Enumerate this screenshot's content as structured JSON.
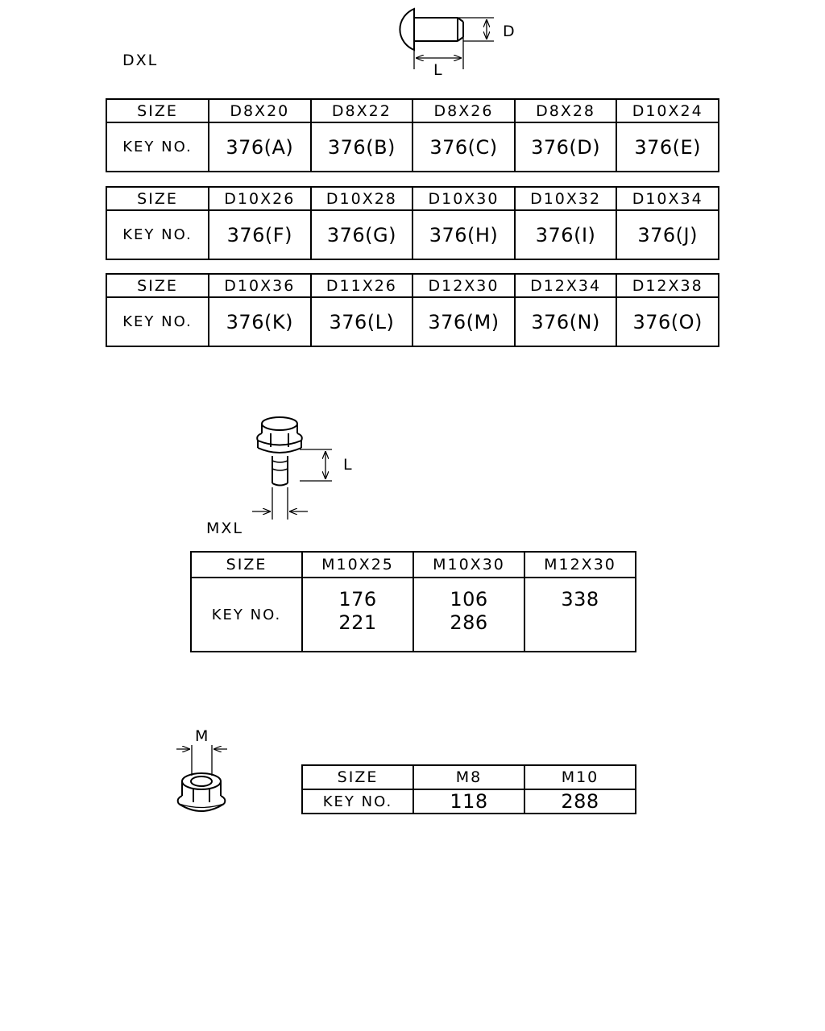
{
  "rivet_section": {
    "label": "DXL",
    "dim_d": "D",
    "dim_l": "L",
    "tables": [
      {
        "size_label": "SIZE",
        "key_label": "KEY NO.",
        "sizes": [
          "D8X20",
          "D8X22",
          "D8X26",
          "D8X28",
          "D10X24"
        ],
        "keys": [
          "376(A)",
          "376(B)",
          "376(C)",
          "376(D)",
          "376(E)"
        ]
      },
      {
        "size_label": "SIZE",
        "key_label": "KEY NO.",
        "sizes": [
          "D10X26",
          "D10X28",
          "D10X30",
          "D10X32",
          "D10X34"
        ],
        "keys": [
          "376(F)",
          "376(G)",
          "376(H)",
          "376(I)",
          "376(J)"
        ]
      },
      {
        "size_label": "SIZE",
        "key_label": "KEY NO.",
        "sizes": [
          "D10X36",
          "D11X26",
          "D12X30",
          "D12X34",
          "D12X38"
        ],
        "keys": [
          "376(K)",
          "376(L)",
          "376(M)",
          "376(N)",
          "376(O)"
        ]
      }
    ]
  },
  "bolt_section": {
    "label": "MXL",
    "dim_l": "L",
    "table": {
      "size_label": "SIZE",
      "key_label": "KEY NO.",
      "sizes": [
        "M10X25",
        "M10X30",
        "M12X30"
      ],
      "keys": [
        [
          "176",
          "221"
        ],
        [
          "106",
          "286"
        ],
        [
          "338",
          ""
        ]
      ]
    }
  },
  "nut_section": {
    "dim_m": "M",
    "table": {
      "size_label": "SIZE",
      "key_label": "KEY NO.",
      "sizes": [
        "M8",
        "M10"
      ],
      "keys": [
        "118",
        "288"
      ]
    }
  }
}
